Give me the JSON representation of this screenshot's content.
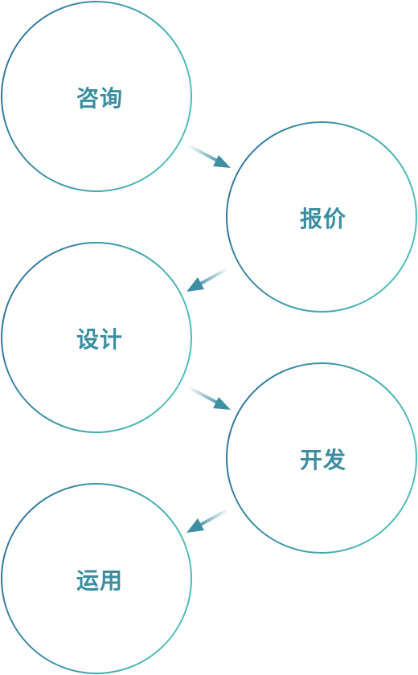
{
  "colors": {
    "circle_stroke_start": "#2d6e99",
    "circle_stroke_end": "#4dbdb8",
    "label": "#3a8ea0",
    "arrow": "#3f8fa3"
  },
  "flow": {
    "steps": [
      {
        "label": "咨询"
      },
      {
        "label": "报价"
      },
      {
        "label": "设计"
      },
      {
        "label": "开发"
      },
      {
        "label": "运用"
      }
    ]
  }
}
